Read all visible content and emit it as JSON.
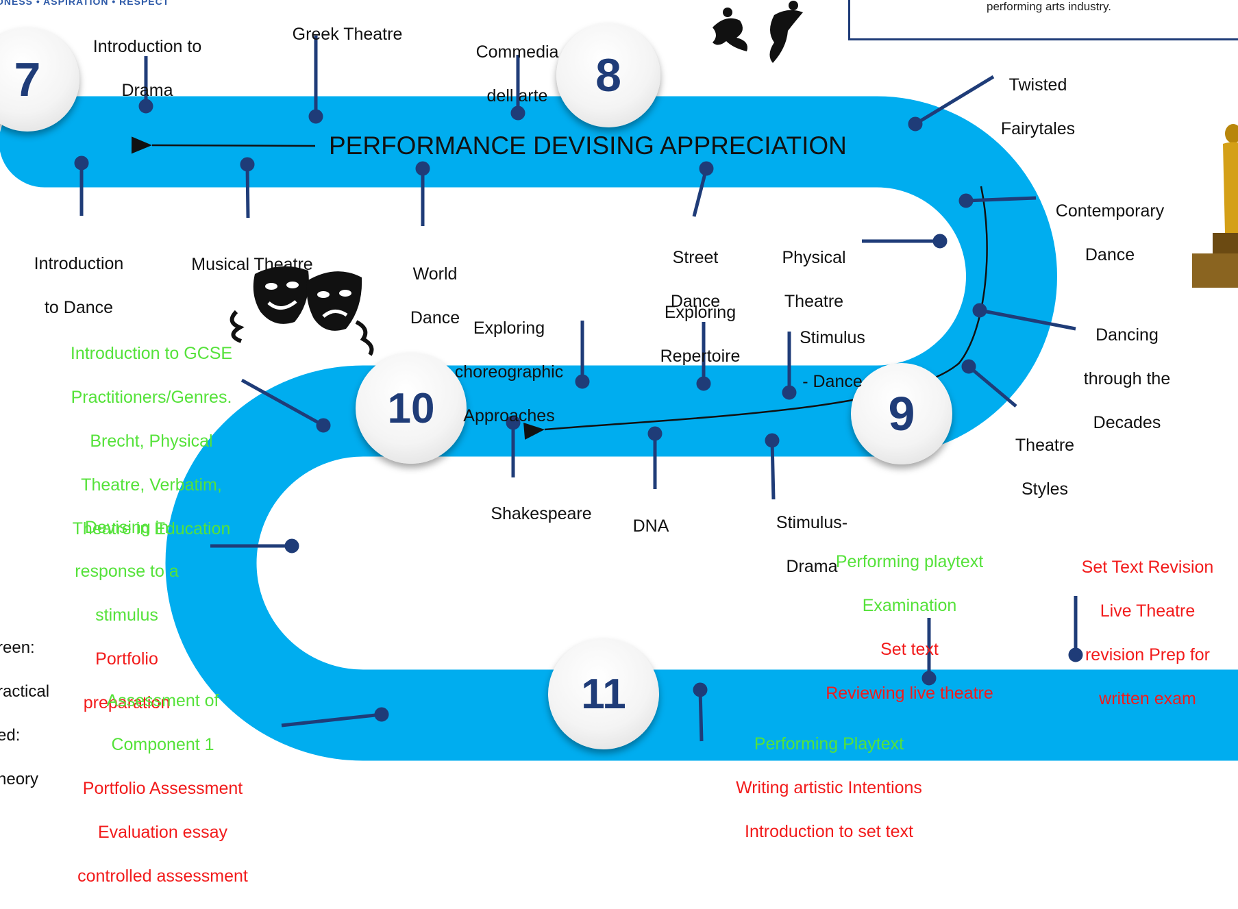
{
  "header": {
    "crest_motto": "ONESS • ASPIRATION • RESPECT",
    "info_box_text": "performing arts industry."
  },
  "banner": "PERFORMANCE DEVISING APPRECIATION",
  "year_badges": [
    "7",
    "8",
    "9",
    "10",
    "11"
  ],
  "key": {
    "lines": [
      "reen:",
      "ractical",
      "ed:",
      "heory"
    ]
  },
  "topics": {
    "intro_drama": [
      "Introduction to",
      "Drama"
    ],
    "greek_theatre": [
      "Greek Theatre"
    ],
    "commedia": [
      "Commedia",
      "dell arte"
    ],
    "twisted_fairytales": [
      "Twisted",
      "Fairytales"
    ],
    "intro_dance": [
      "Introduction",
      "to Dance"
    ],
    "musical_theatre": [
      "Musical Theatre"
    ],
    "world_dance": [
      "World",
      "Dance"
    ],
    "street_dance": [
      "Street",
      "Dance"
    ],
    "physical_theatre": [
      "Physical",
      "Theatre"
    ],
    "contemporary_dance": [
      "Contemporary",
      "Dance"
    ],
    "dancing_decades": [
      "Dancing",
      "through the",
      "Decades"
    ],
    "theatre_styles": [
      "Theatre",
      "Styles"
    ],
    "exploring_choreo": [
      "Exploring",
      "choreographic",
      "Approaches"
    ],
    "exploring_repertoire": [
      "Exploring",
      "Repertoire"
    ],
    "stimulus_dance": [
      "Stimulus",
      "- Dance"
    ],
    "shakespeare": [
      "Shakespeare"
    ],
    "dna": [
      "DNA"
    ],
    "stimulus_drama": [
      "Stimulus-",
      "Drama"
    ],
    "gcse_practitioners": [
      "Introduction to GCSE",
      "Practitioners/Genres.",
      "Brecht, Physical",
      "Theatre, Verbatim,",
      "Theatre in Education"
    ],
    "devising_green": [
      "Devising in",
      "response to a",
      "stimulus"
    ],
    "devising_red": [
      "Portfolio",
      "preparation"
    ],
    "assessment_green": [
      "Assessment of",
      "Component 1"
    ],
    "assessment_red": [
      "Portfolio Assessment",
      "Evaluation essay",
      "controlled assessment"
    ],
    "playtext_green": [
      "Performing playtext",
      "Examination"
    ],
    "playtext_red": [
      "Set text",
      "Reviewing live theatre"
    ],
    "settext_red": [
      "Set Text Revision",
      "Live Theatre",
      "revision Prep for",
      "written exam"
    ],
    "performing_green": [
      "Performing Playtext"
    ],
    "performing_red": [
      "Writing artistic Intentions",
      "Introduction to set text"
    ]
  },
  "colors": {
    "road": "#00adef",
    "connector": "#1f3c78",
    "badge_text": "#1f3c78",
    "practical": "#55e23a",
    "theory": "#f21b1b"
  },
  "icons": [
    "theatre-masks-icon",
    "dancers-icon",
    "oscar-statue-icon"
  ]
}
